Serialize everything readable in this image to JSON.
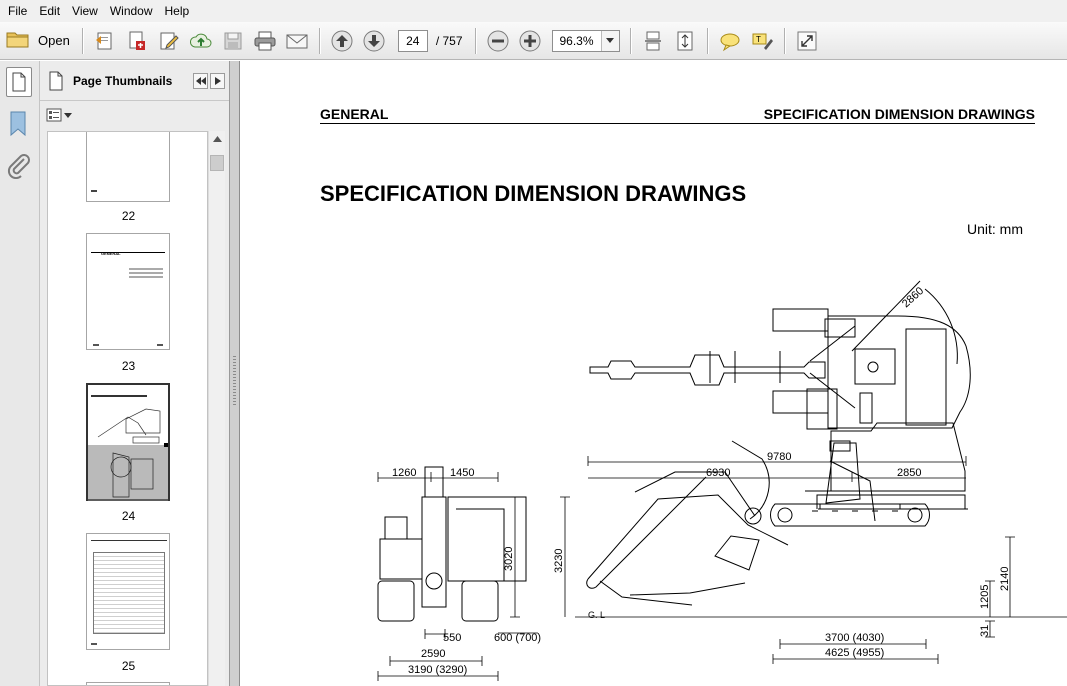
{
  "menu": [
    "File",
    "Edit",
    "View",
    "Window",
    "Help"
  ],
  "toolbar": {
    "open_label": "Open",
    "page_current": "24",
    "page_total": "/ 757",
    "zoom": "96.3%"
  },
  "panel": {
    "title": "Page Thumbnails",
    "pages": [
      "22",
      "23",
      "24",
      "25"
    ],
    "thumb_header": "GENERAL"
  },
  "document": {
    "header_left": "GENERAL",
    "header_right": "SPECIFICATION DIMENSION DRAWINGS",
    "title": "SPECIFICATION DIMENSION DRAWINGS",
    "unit": "Unit: mm",
    "dims": {
      "reach_radius": "2860",
      "front_left_width": "1260",
      "front_right_width": "1450",
      "cab_height": "3020",
      "overall_height": "3230",
      "total_length": "9780",
      "front_length": "6930",
      "rear_length": "2850",
      "counterweight_height": "2140",
      "undercarriage_height": "1205",
      "ground_clearance": "31",
      "track_shoe": "550",
      "shoe_outer": "600 (700)",
      "track_gauge": "2590",
      "track_width": "3190 (3290)",
      "tumbler_distance": "3700 (4030)",
      "track_length": "4625 (4955)",
      "ground_line": "G. L"
    }
  },
  "colors": {
    "accent_blue": "#2f73c9",
    "toolbar_bg": "#ececec",
    "panel_bg": "#ececec"
  }
}
